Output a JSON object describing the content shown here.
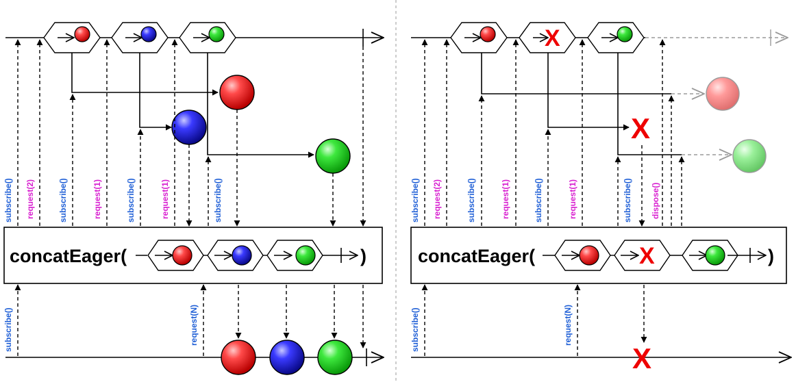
{
  "colors": {
    "red": "#ee1c1c",
    "blue": "#1a1ad4",
    "green": "#22d422",
    "subscribe": "#1f5fd6",
    "request": "#d81fd0",
    "error": "#ee0000",
    "faded_arrow": "#9a9a9a"
  },
  "left_panel": {
    "operator_name": "concatEager(",
    "close_paren": ")",
    "labels": {
      "top_subscribe_1": "subscribe()",
      "top_request_2": "request(2)",
      "top_subscribe_2": "subscribe()",
      "top_request_1a": "request(1)",
      "top_subscribe_3": "subscribe()",
      "top_request_1b": "request(1)",
      "top_subscribe_4": "subscribe()",
      "bottom_subscribe": "subscribe()",
      "bottom_request_n": "request(N)"
    }
  },
  "right_panel": {
    "operator_name": "concatEager(",
    "close_paren": ")",
    "error_symbol": "X",
    "labels": {
      "top_subscribe_1": "subscribe()",
      "top_request_2": "request(2)",
      "top_subscribe_2": "subscribe()",
      "top_request_1": "request(1)",
      "top_subscribe_3": "subscribe()",
      "top_request_1b": "request(1)",
      "top_subscribe_4": "subscribe()",
      "top_dispose": "dispose()",
      "bottom_subscribe": "subscribe()",
      "bottom_request_n": "request(N)"
    }
  },
  "icons": {
    "inner_source": "hexagon-inner-source-icon",
    "completion": "completion-bar-icon",
    "error": "error-x-icon"
  }
}
